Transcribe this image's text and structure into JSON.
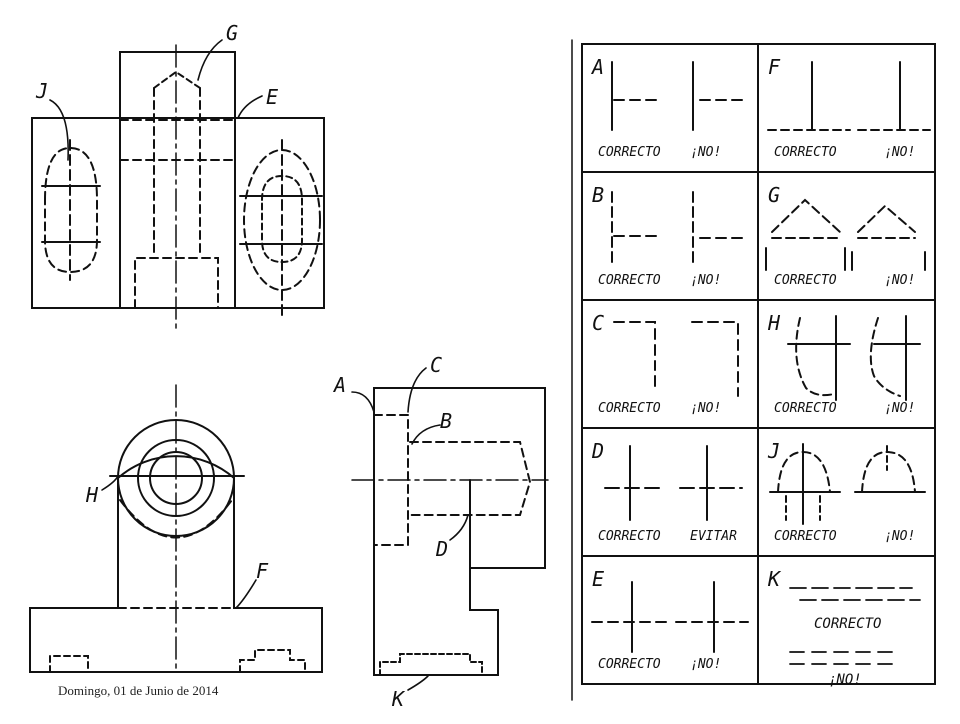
{
  "callouts": {
    "J": "J",
    "G": "G",
    "E": "E",
    "H": "H",
    "F": "F",
    "A": "A",
    "C": "C",
    "B": "B",
    "D": "D",
    "K": "K"
  },
  "faint_label": "",
  "panels": [
    {
      "letter": "A",
      "left": "CORRECTO",
      "right": "¡NO!"
    },
    {
      "letter": "F",
      "left": "CORRECTO",
      "right": "¡NO!"
    },
    {
      "letter": "B",
      "left": "CORRECTO",
      "right": "¡NO!"
    },
    {
      "letter": "G",
      "left": "CORRECTO",
      "right": "¡NO!"
    },
    {
      "letter": "C",
      "left": "CORRECTO",
      "right": "¡NO!"
    },
    {
      "letter": "H",
      "left": "CORRECTO",
      "right": "¡NO!"
    },
    {
      "letter": "D",
      "left": "CORRECTO",
      "right": "EVITAR"
    },
    {
      "letter": "J",
      "left": "CORRECTO",
      "right": "¡NO!"
    },
    {
      "letter": "E",
      "left": "CORRECTO",
      "right": "¡NO!"
    },
    {
      "letter": "K",
      "left": "CORRECTO",
      "right": "¡NO!"
    }
  ],
  "footer": {
    "date": "Domingo, 01 de Junio de 2014"
  },
  "colors": {
    "ink": "#111111",
    "paper": "#ffffff"
  }
}
